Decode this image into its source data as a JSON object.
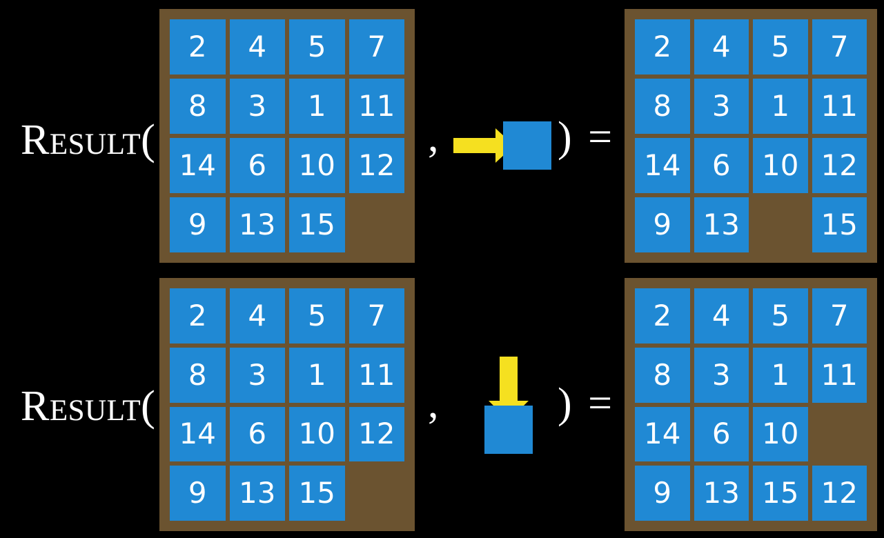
{
  "slide": {
    "background_color": "#000000",
    "tile_color": "#2089d4",
    "frame_color": "#6b5330",
    "arrow_color": "#f5e020",
    "text_color": "#ffffff"
  },
  "rows": [
    {
      "id": "row-top",
      "function_label": "Result(",
      "separator": ",",
      "closer": ") =",
      "operation": {
        "name": "slide-right",
        "arrow_direction": "right",
        "icon": "arrow-right-icon"
      },
      "input_grid": {
        "name": "input-puzzle-top",
        "rows": 4,
        "cols": 4,
        "cells": [
          [
            "2",
            "4",
            "5",
            "7"
          ],
          [
            "8",
            "3",
            "1",
            "11"
          ],
          [
            "14",
            "6",
            "10",
            "12"
          ],
          [
            "9",
            "13",
            "15",
            ""
          ]
        ]
      },
      "output_grid": {
        "name": "output-puzzle-top",
        "rows": 4,
        "cols": 4,
        "cells": [
          [
            "2",
            "4",
            "5",
            "7"
          ],
          [
            "8",
            "3",
            "1",
            "11"
          ],
          [
            "14",
            "6",
            "10",
            "12"
          ],
          [
            "9",
            "13",
            "",
            "15"
          ]
        ]
      }
    },
    {
      "id": "row-bottom",
      "function_label": "Result(",
      "separator": ",",
      "closer": ") =",
      "operation": {
        "name": "slide-down",
        "arrow_direction": "down",
        "icon": "arrow-down-icon"
      },
      "input_grid": {
        "name": "input-puzzle-bottom",
        "rows": 4,
        "cols": 4,
        "cells": [
          [
            "2",
            "4",
            "5",
            "7"
          ],
          [
            "8",
            "3",
            "1",
            "11"
          ],
          [
            "14",
            "6",
            "10",
            "12"
          ],
          [
            "9",
            "13",
            "15",
            ""
          ]
        ]
      },
      "output_grid": {
        "name": "output-puzzle-bottom",
        "rows": 4,
        "cols": 4,
        "cells": [
          [
            "2",
            "4",
            "5",
            "7"
          ],
          [
            "8",
            "3",
            "1",
            "11"
          ],
          [
            "14",
            "6",
            "10",
            ""
          ],
          [
            "9",
            "13",
            "15",
            "12"
          ]
        ]
      }
    }
  ]
}
